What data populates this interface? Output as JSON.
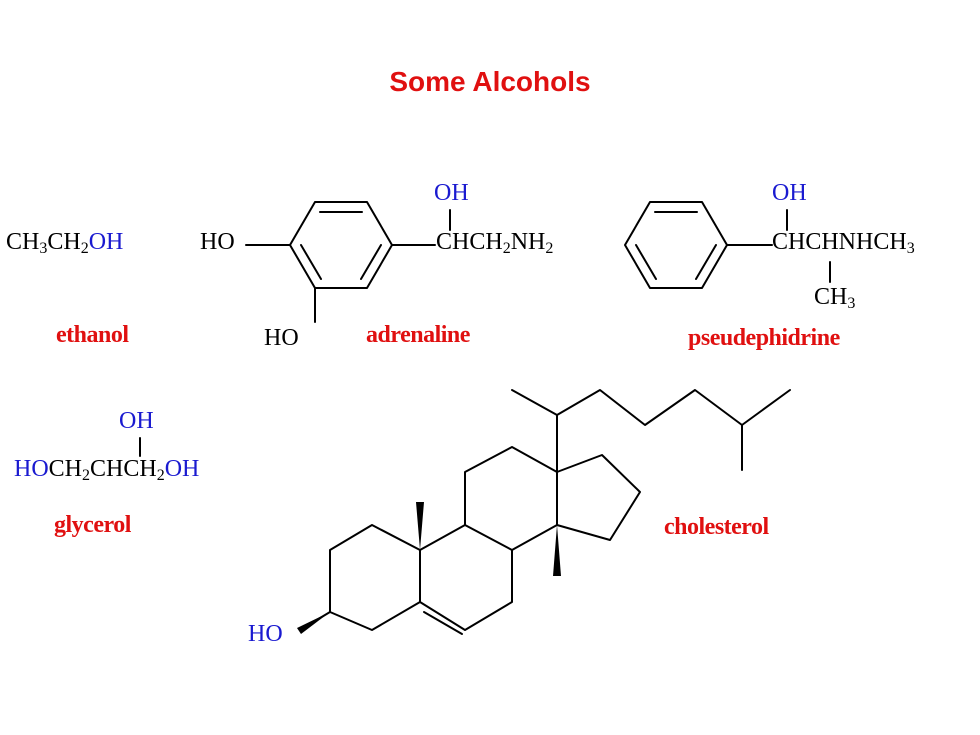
{
  "colors": {
    "title": "#e01010",
    "label": "#e01010",
    "oh": "#1a1ad0",
    "bond": "#000000"
  },
  "title": "Some Alcohols",
  "ethanol": {
    "formula_parts": [
      "CH",
      "3",
      "CH",
      "2",
      "OH"
    ],
    "name": "ethanol"
  },
  "adrenaline": {
    "oh_top": "OH",
    "ho_left": "HO",
    "ho_bottom": "HO",
    "chain_parts": [
      "CHCH",
      "2",
      "NH",
      "2"
    ],
    "name": "adrenaline"
  },
  "pseudephidrine": {
    "oh_top": "OH",
    "chain": "CHCHNHCH",
    "chain_sub": "3",
    "methyl": "CH",
    "methyl_sub": "3",
    "name": "pseudephidrine"
  },
  "glycerol": {
    "oh_top": "OH",
    "formula_parts": [
      "HO",
      "CH",
      "2",
      "CHCH",
      "2",
      "OH"
    ],
    "name": "glycerol"
  },
  "cholesterol": {
    "ho": "HO",
    "name": "cholesterol"
  }
}
